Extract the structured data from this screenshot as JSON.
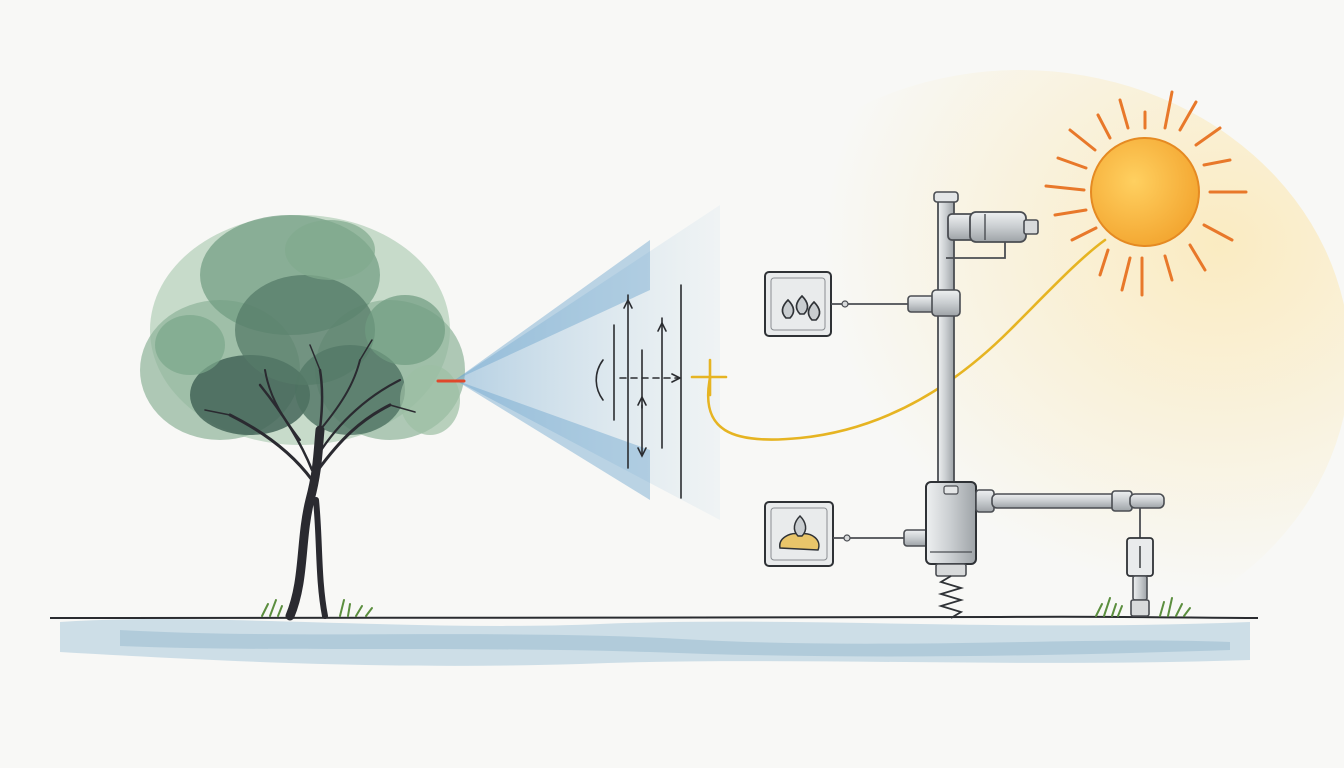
{
  "diagram": {
    "components": [
      {
        "name": "tree",
        "icon": "tree-icon"
      },
      {
        "name": "sensor-beam",
        "icon": "beam-icon"
      },
      {
        "name": "signal-pulses",
        "icon": "signal-icon"
      },
      {
        "name": "cable",
        "icon": "cable-icon"
      },
      {
        "name": "humidity-sensor-box",
        "icon": "water-drops-icon"
      },
      {
        "name": "moisture-sensor-box",
        "icon": "water-drop-icon"
      },
      {
        "name": "mast",
        "icon": "pole-icon"
      },
      {
        "name": "camera-sensor",
        "icon": "camera-icon"
      },
      {
        "name": "control-unit",
        "icon": "box-icon"
      },
      {
        "name": "actuator-arm",
        "icon": "pipe-icon"
      },
      {
        "name": "ground-probe",
        "icon": "probe-icon"
      },
      {
        "name": "sun",
        "icon": "sun-icon"
      },
      {
        "name": "ground",
        "icon": "ground-icon"
      }
    ],
    "colors": {
      "background": "#f8f8f6",
      "foliage_dark": "#3d5f52",
      "foliage_mid": "#5f8a72",
      "foliage_light": "#8fb49a",
      "trunk": "#2a2a30",
      "beam": "#9cc3dc",
      "sun_fill": "#f5b23c",
      "sun_rays": "#e8782a",
      "cable": "#e6b422",
      "metal": "#d8dadb",
      "metal_stroke": "#4a4d52",
      "ground_water": "#a9c9db",
      "grass": "#5b8e3e",
      "accent_red": "#e0482b"
    }
  }
}
